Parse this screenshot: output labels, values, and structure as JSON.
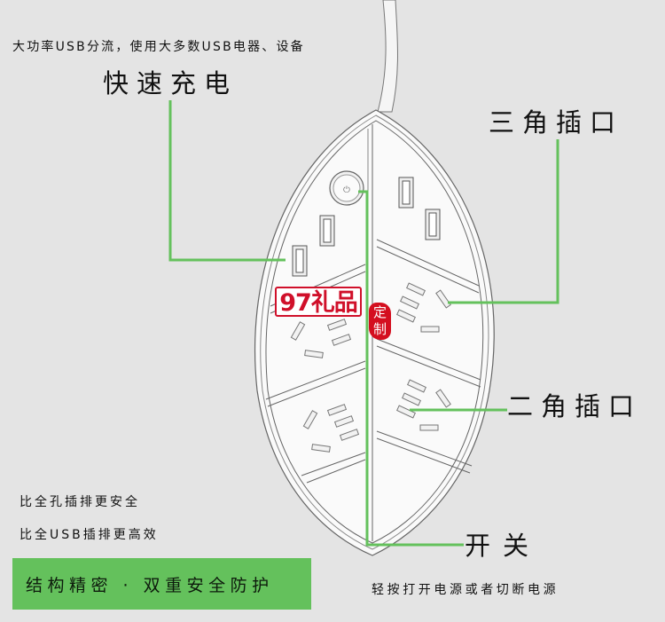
{
  "header": {
    "caption": "大功率USB分流，使用大多数USB电器、设备"
  },
  "callouts": {
    "fast_charge": "快速充电",
    "three_pin": "三角插口",
    "two_pin": "二角插口",
    "switch": "开关",
    "switch_note": "轻按打开电源或者切断电源"
  },
  "features": [
    "比全孔插排更安全",
    "比全USB插排更高效"
  ],
  "banner": {
    "text": "结构精密 · 双重安全防护",
    "color": "#64c15c"
  },
  "watermark": {
    "logo": "97礼品",
    "seal_line1": "定",
    "seal_line2": "制",
    "color": "#d0102a"
  },
  "product": {
    "name": "leaf-shaped power strip",
    "usb_ports": 4,
    "three_pin_sockets": 3,
    "two_pin_sockets": 1,
    "power_button": "power-icon"
  },
  "colors": {
    "background": "#e4e4e4",
    "leader_line": "#64c15c",
    "outline": "#555555"
  }
}
